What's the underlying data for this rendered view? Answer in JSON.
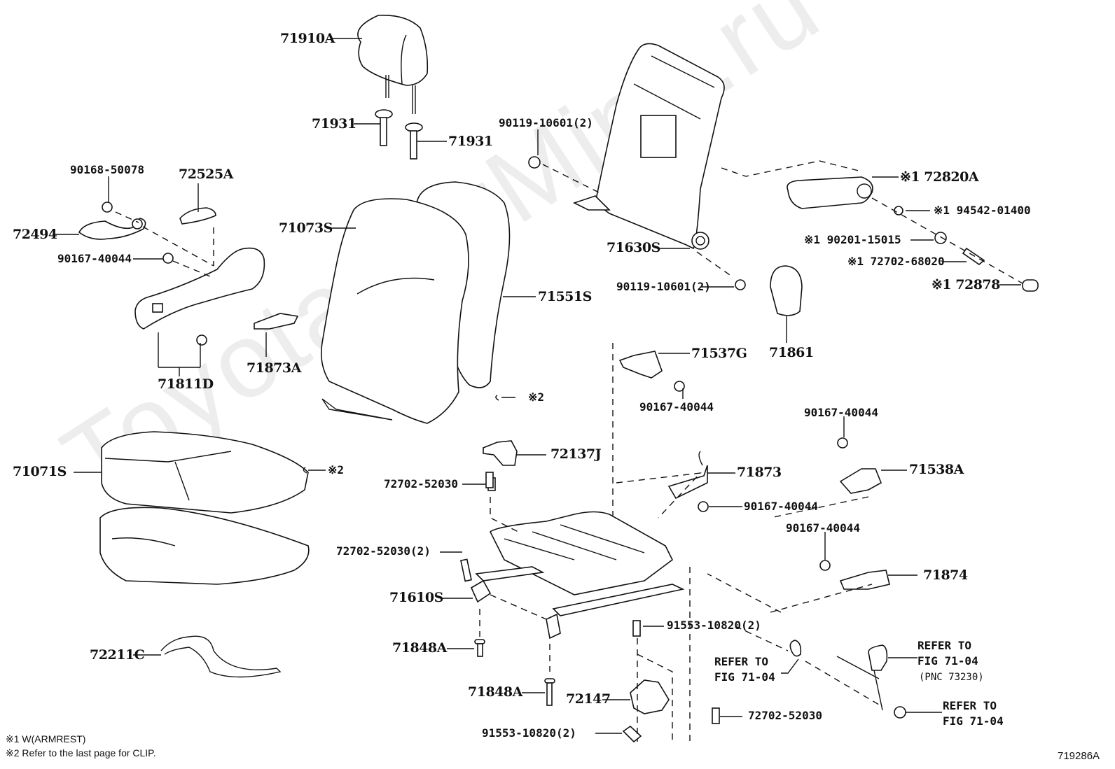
{
  "diagram": {
    "type": "exploded parts diagram",
    "subject": "Front seat assembly",
    "watermark": "ToyotaCarMine.ru",
    "figure_id": "719286A",
    "notes": [
      {
        "mark": "※1",
        "text": "W(ARMREST)"
      },
      {
        "mark": "※2",
        "text": "Refer to the last page for CLIP."
      }
    ],
    "labels": {
      "headrest": "71910A",
      "support_l": "71931",
      "support_r": "71931",
      "bolt_top": "90119-10601(2)",
      "screw_90168": "90168-50078",
      "clip_72525": "72525A",
      "cover_72494": "72494",
      "screw_shield": "90167-40044",
      "shield": "71811D",
      "cover_71873A": "71873A",
      "back_cover": "71073S",
      "back_pad": "71551S",
      "back_frame": "71630S",
      "bolt_frame": "90119-10601(2)",
      "armrest": "※1 72820A",
      "armrest_nut": "※1 94542-01400",
      "armrest_washer": "※1 90201-15015",
      "armrest_bolt": "※1 72702-68020",
      "armrest_cap": "※1 72878",
      "knob": "71861",
      "clip2_back": "※2",
      "clip2_cushion": "※2",
      "bracket_71537G": "71537G",
      "screw_71537G": "90167-40044",
      "cover_72137J": "72137J",
      "bolt_72702_a": "72702-52030",
      "bolt_72702_b": "72702-52030(2)",
      "cushion_cover": "71071S",
      "cover_71873": "71873",
      "screw_71873": "90167-40044",
      "screw_71538A": "90167-40044",
      "cover_71538A": "71538A",
      "screw_71874": "90167-40044",
      "cover_71874": "71874",
      "adjuster": "71610S",
      "pin_a": "71848A",
      "pin_b": "71848A",
      "wire": "72211C",
      "bolt_91553_top": "91553-10820(2)",
      "bracket_72147": "72147",
      "bolt_91553_bottom": "91553-10820(2)",
      "bolt_72702_c": "72702-52030"
    },
    "refs": {
      "ref_left": "REFER TO\nFIG 71-04",
      "ref_buckle": "REFER TO\nFIG 71-04",
      "ref_buckle_pnc": "(PNC 73230)",
      "ref_nut": "REFER TO\nFIG 71-04"
    }
  }
}
